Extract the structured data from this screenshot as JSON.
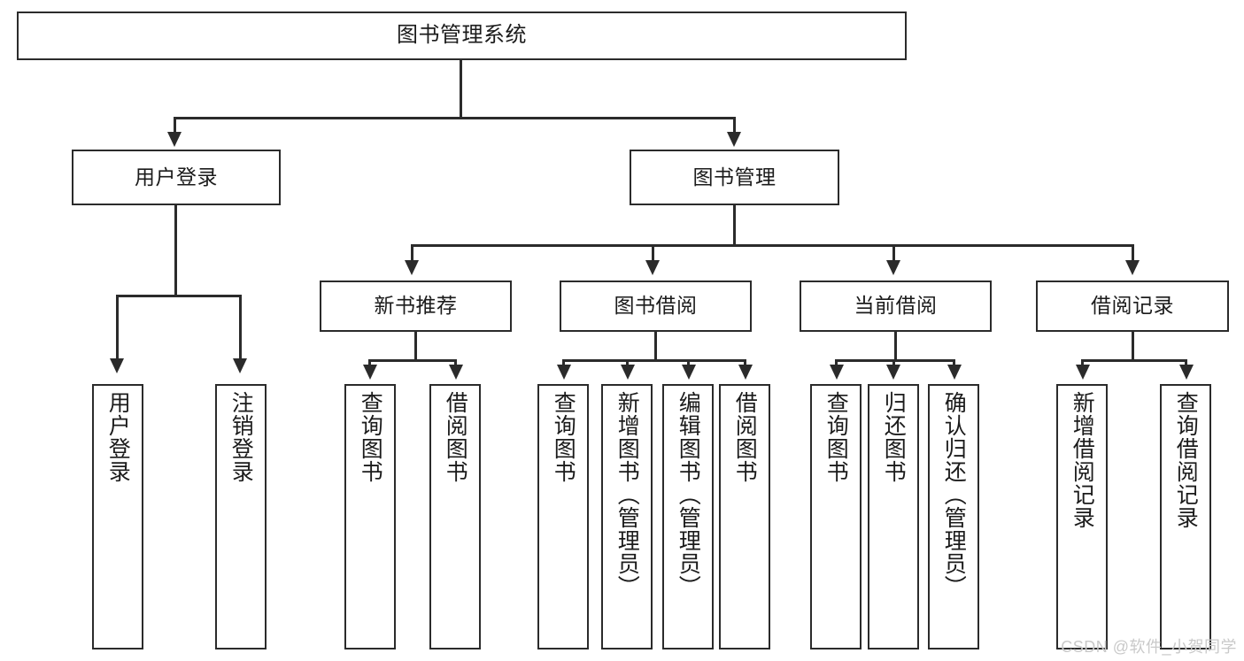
{
  "diagram": {
    "title": "图书管理系统",
    "type": "tree",
    "watermark": "CSDN @软件_小贺同学",
    "colors": {
      "stroke": "#2b2b2b",
      "fill": "#ffffff",
      "text": "#1b1b1b",
      "watermark": "#c9c9c9"
    }
  },
  "nodes": {
    "root": {
      "label": "图书管理系统"
    },
    "level2": [
      {
        "label": "用户登录"
      },
      {
        "label": "图书管理"
      }
    ],
    "level3": [
      {
        "label": "新书推荐"
      },
      {
        "label": "图书借阅"
      },
      {
        "label": "当前借阅"
      },
      {
        "label": "借阅记录"
      }
    ],
    "leaves": {
      "user_login": [
        {
          "label": "用户登录"
        },
        {
          "label": "注销登录"
        }
      ],
      "new_book_recommend": [
        {
          "label": "查询图书"
        },
        {
          "label": "借阅图书"
        }
      ],
      "book_borrow": [
        {
          "label": "查询图书"
        },
        {
          "label": "新增图书（管理员）"
        },
        {
          "label": "编辑图书（管理员）"
        },
        {
          "label": "借阅图书"
        }
      ],
      "current_borrow": [
        {
          "label": "查询图书"
        },
        {
          "label": "归还图书"
        },
        {
          "label": "确认归还（管理员）"
        }
      ],
      "borrow_record": [
        {
          "label": "新增借阅记录"
        },
        {
          "label": "查询借阅记录"
        }
      ]
    }
  }
}
